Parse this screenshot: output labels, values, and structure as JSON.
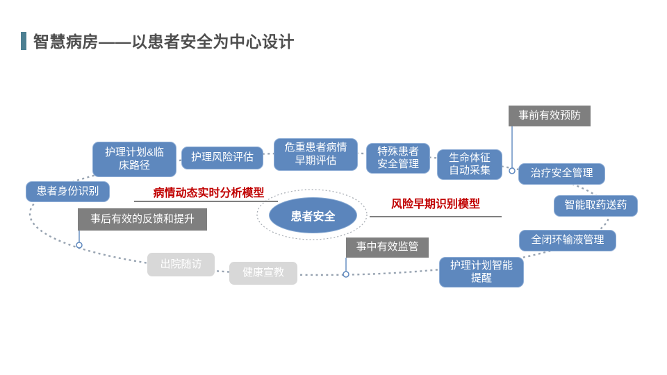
{
  "slide": {
    "title": "智慧病房——以患者安全为中心设计"
  },
  "diagram": {
    "center_label": "患者安全",
    "models": {
      "left": "病情动态实时分析模型",
      "right": "风险早期识别模型"
    },
    "stages": {
      "before": "事前有效预防",
      "during": "事中有效监管",
      "after": "事后有效的反馈和提升"
    },
    "features": {
      "patient_id": "患者身份识别",
      "care_plan_path": "护理计划&临床路径",
      "risk_assess": "护理风险评估",
      "critical_assess": "危重患者病情早期评估",
      "special_safety": "特殊患者安全管理",
      "vitals_collect": "生命体征自动采集",
      "treatment_safety": "治疗安全管理",
      "smart_dispense": "智能取药送药",
      "infusion_loop": "全闭环输液管理",
      "care_reminder": "护理计划智能提醒",
      "discharge_followup": "出院随访",
      "health_education": "健康宣教"
    },
    "colors": {
      "node_blue": "#5E88BE",
      "stage_gray": "#7F7F7F",
      "light_gray": "#D8D8D8",
      "model_red": "#C00000",
      "title_accent_teal": "#4C7F92",
      "orbit_dash": "#97A3B1"
    }
  }
}
